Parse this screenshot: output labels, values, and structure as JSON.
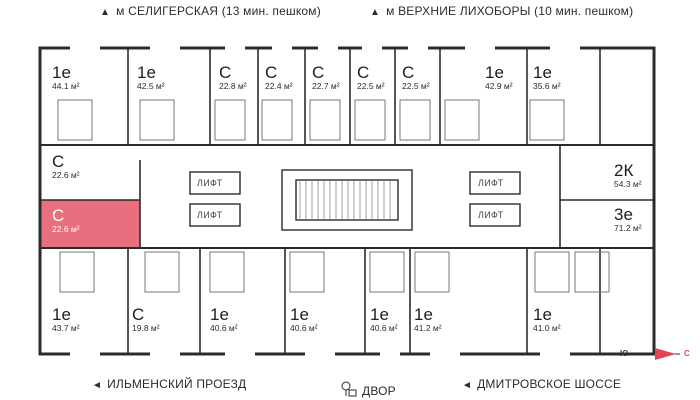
{
  "header": {
    "metro_left": "м СЕЛИГЕРСКАЯ (13 мин. пешком)",
    "metro_right": "м ВЕРХНИЕ ЛИХОБОРЫ (10 мин. пешком)"
  },
  "footer": {
    "left": "ИЛЬМЕНСКИЙ ПРОЕЗД",
    "center": "ДВОР",
    "right": "ДМИТРОВСКОЕ ШОССЕ"
  },
  "compass": {
    "south": "Ю",
    "north": "С"
  },
  "lifts": [
    "ЛИФТ",
    "ЛИФТ",
    "ЛИФТ",
    "ЛИФТ"
  ],
  "apartments": [
    {
      "type": "1е",
      "area": "44.1 м²"
    },
    {
      "type": "1е",
      "area": "42.5 м²"
    },
    {
      "type": "С",
      "area": "22.8 м²"
    },
    {
      "type": "С",
      "area": "22.4 м²"
    },
    {
      "type": "С",
      "area": "22.7 м²"
    },
    {
      "type": "С",
      "area": "22.5 м²"
    },
    {
      "type": "С",
      "area": "22.5 м²"
    },
    {
      "type": "1е",
      "area": "42.9 м²"
    },
    {
      "type": "1е",
      "area": "35.6 м²"
    },
    {
      "type": "С",
      "area": "22.6 м²"
    },
    {
      "type": "2К",
      "area": "54.3 м²"
    },
    {
      "type": "С",
      "area": "22.6 м²",
      "selected": true
    },
    {
      "type": "3е",
      "area": "71.2 м²"
    },
    {
      "type": "1е",
      "area": "43.7 м²"
    },
    {
      "type": "С",
      "area": "19.8 м²"
    },
    {
      "type": "1е",
      "area": "40.6 м²"
    },
    {
      "type": "1е",
      "area": "40.6 м²"
    },
    {
      "type": "1е",
      "area": "40.6 м²"
    },
    {
      "type": "1е",
      "area": "41.2 м²"
    },
    {
      "type": "1е",
      "area": "41.0 м²"
    }
  ],
  "colors": {
    "selected": "#e8707e",
    "walls": "#2b2b2b",
    "accent": "#e0455a"
  }
}
